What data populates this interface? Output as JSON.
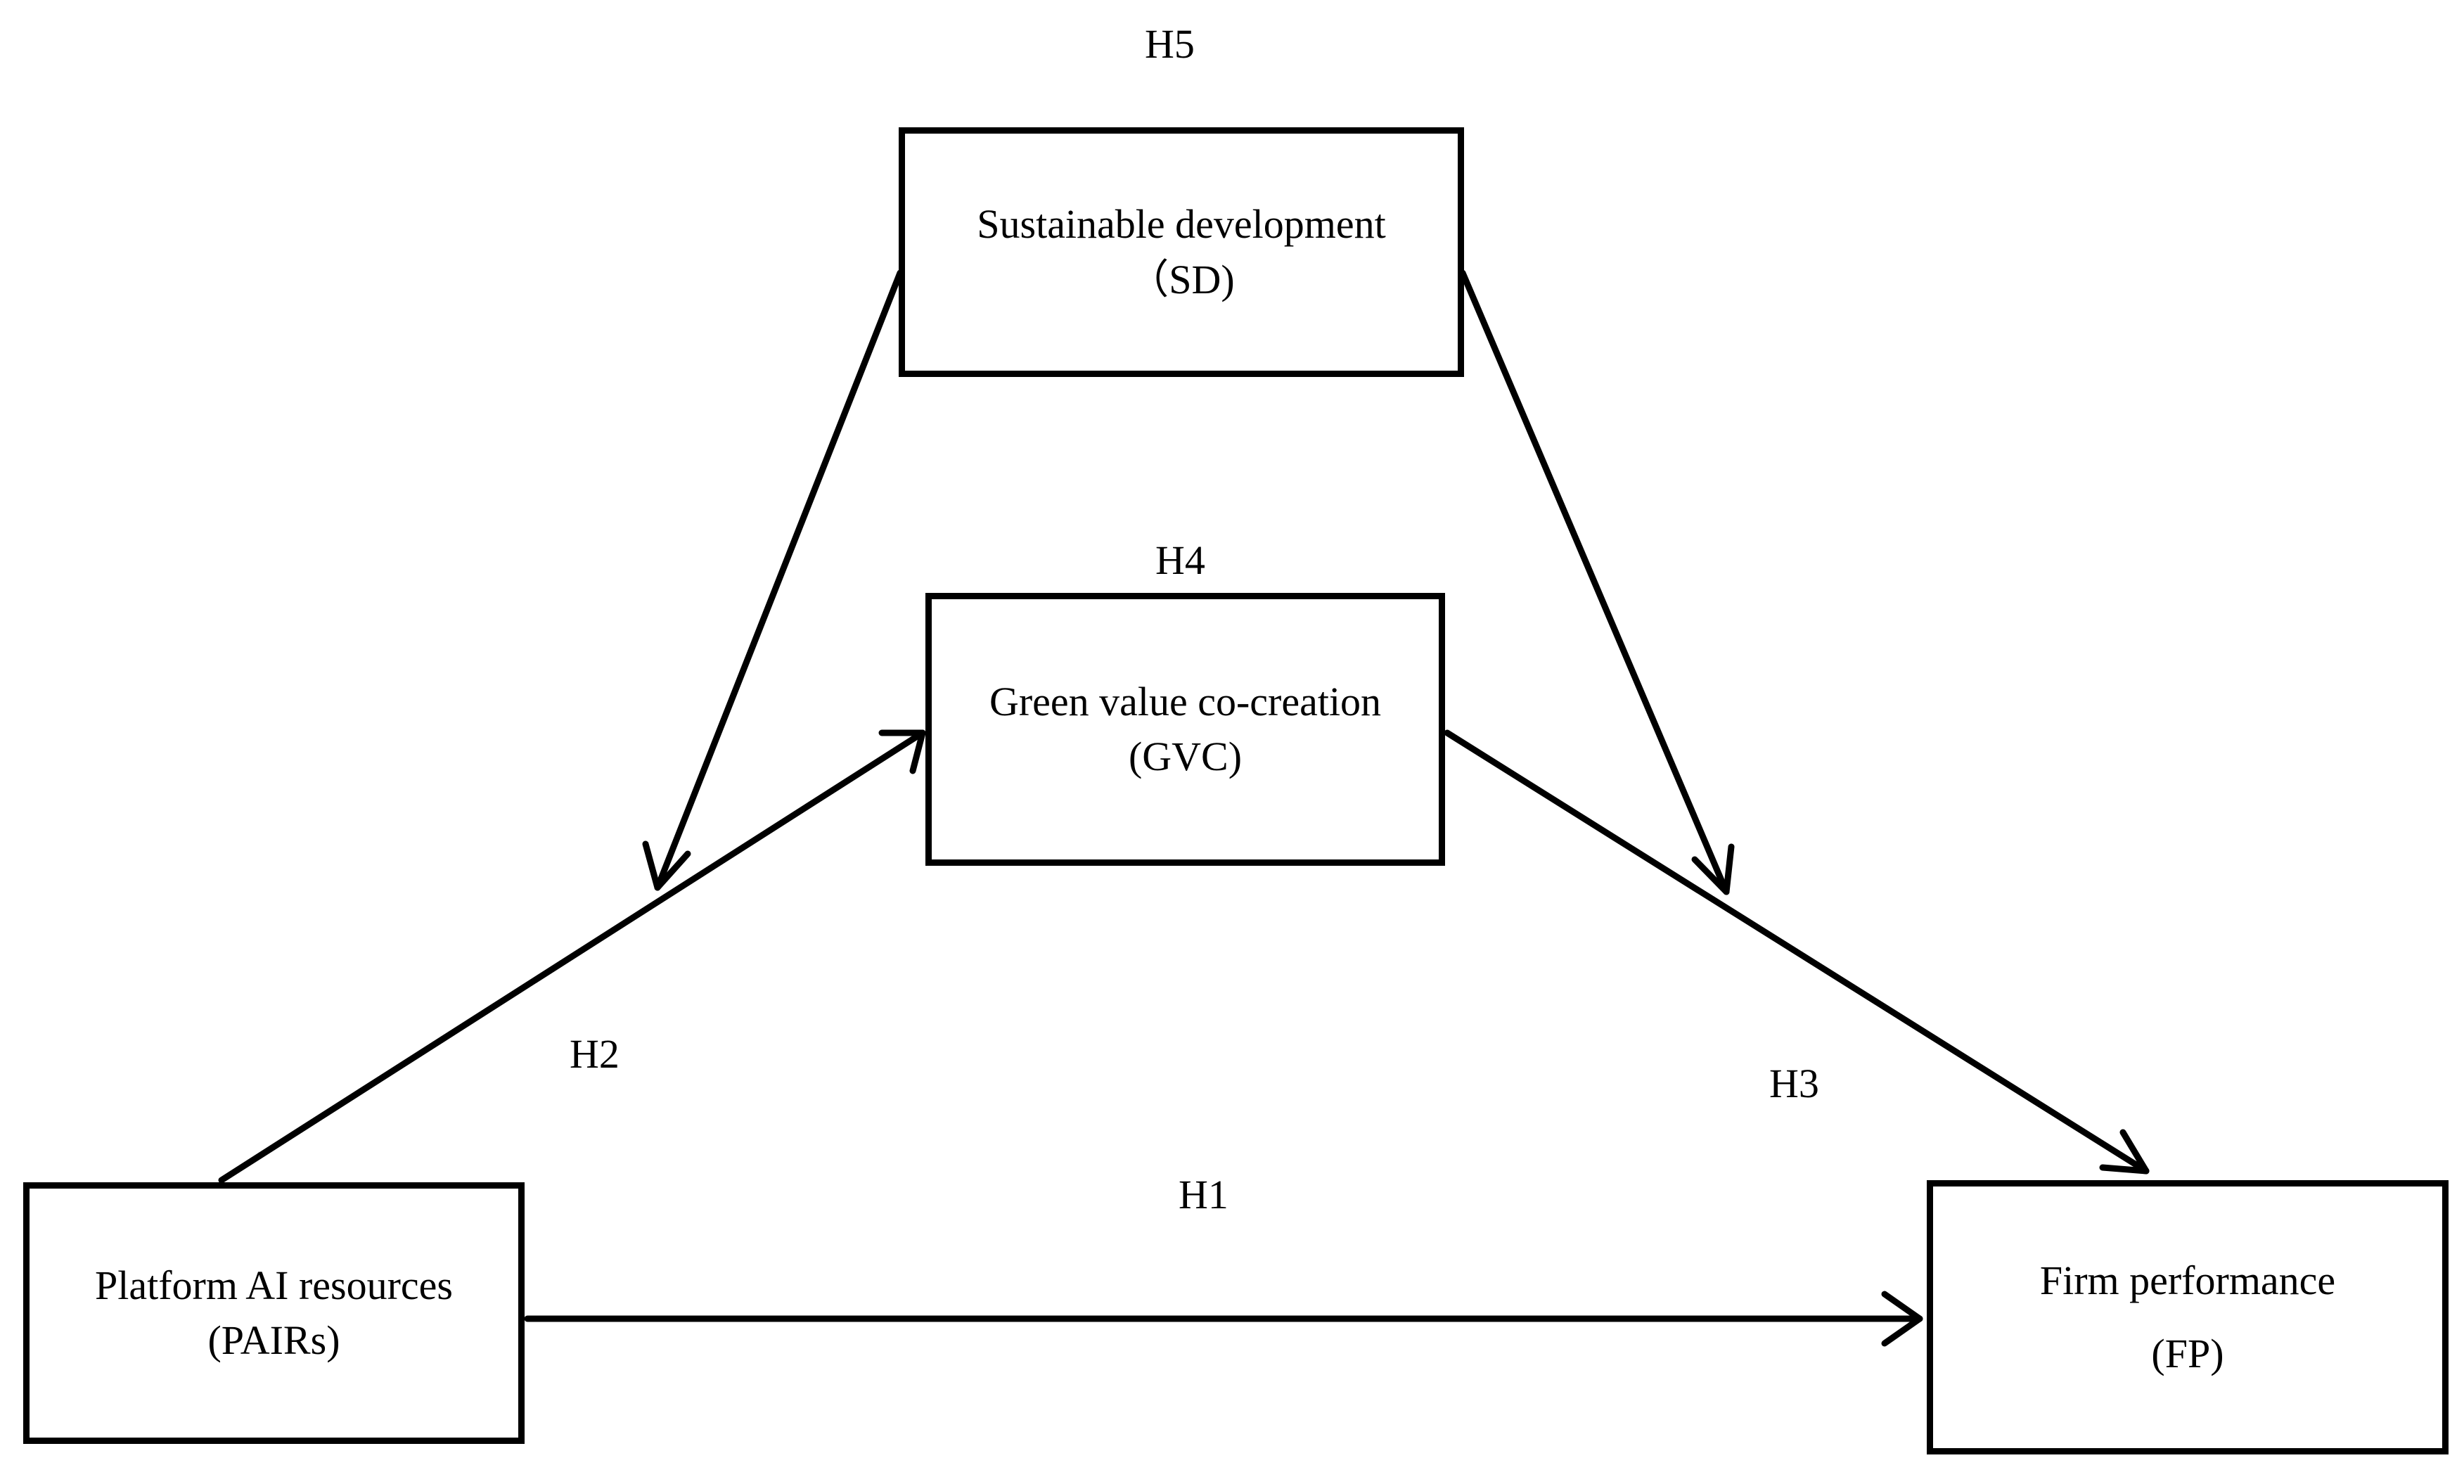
{
  "nodes": {
    "sd": {
      "name": "Sustainable development",
      "abbr": "（SD)"
    },
    "gvc": {
      "name": "Green value co-creation",
      "abbr": "(GVC)"
    },
    "pair": {
      "name": "Platform AI resources",
      "abbr": "(PAIRs)"
    },
    "fp": {
      "name": "Firm performance",
      "abbr": "(FP)"
    }
  },
  "hypotheses": {
    "h1": "H1",
    "h2": "H2",
    "h3": "H3",
    "h4": "H4",
    "h5": "H5"
  }
}
